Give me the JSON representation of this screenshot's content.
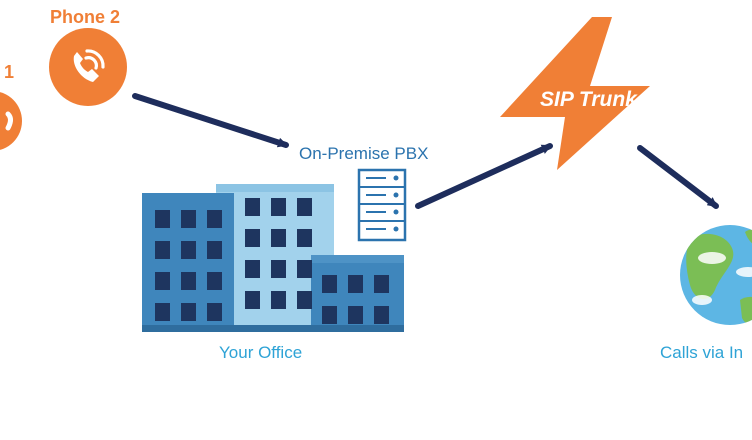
{
  "labels": {
    "phone1": "1",
    "phone2": "Phone 2",
    "pbx": "On-Premise PBX",
    "office": "Your Office",
    "sip_trunk": "SIP Trunk",
    "internet": "Calls via In"
  },
  "colors": {
    "orange": "#F07F36",
    "navy": "#1E2D5C",
    "building_dark": "#3F86BC",
    "building_mid": "#68B2DB",
    "building_light": "#A2D2EC",
    "window": "#1E355F",
    "globe_ocean": "#5DB6E4",
    "globe_land": "#7BBE55",
    "text_blue": "#2EA3D6"
  },
  "icons": {
    "phone": "phone-handset-icon",
    "server": "server-rack-icon",
    "lightning": "lightning-bolt-icon",
    "globe": "globe-icon"
  }
}
